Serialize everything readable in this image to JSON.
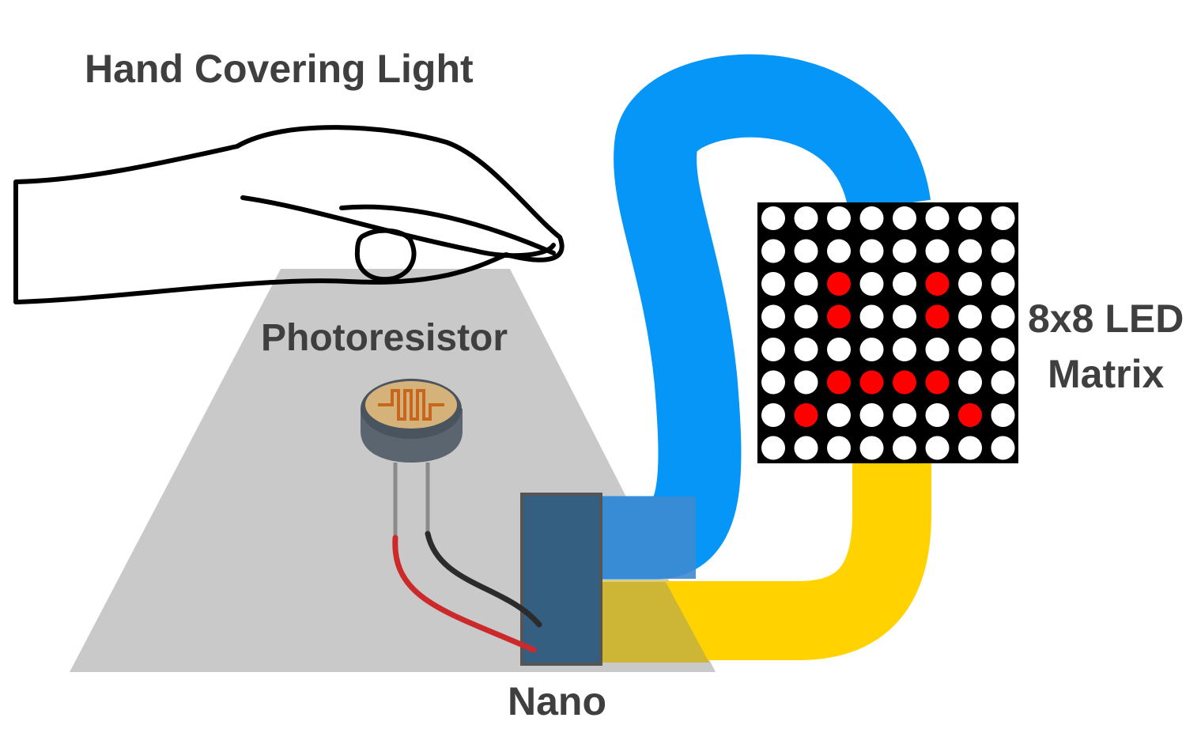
{
  "labels": {
    "title": "Hand Covering Light",
    "photoresistor": "Photoresistor",
    "nano": "Nano",
    "matrix_line1": "8x8 LED",
    "matrix_line2": "Matrix"
  },
  "colors": {
    "shadow": "#c9c9c9",
    "blue_cable": "#0596f8",
    "yellow_cable": "#ffd200",
    "nano_board": "#355f80",
    "led_on": "#ff0000",
    "led_off": "#ffffff",
    "matrix_bg": "#000000",
    "wire_red": "#cc2a2a",
    "wire_black": "#2b2b2b"
  },
  "led_matrix": {
    "rows": [
      "........",
      "........",
      "..X..X..",
      "..X..X..",
      "........",
      "..XXXX..",
      ".X....X.",
      "........"
    ]
  }
}
